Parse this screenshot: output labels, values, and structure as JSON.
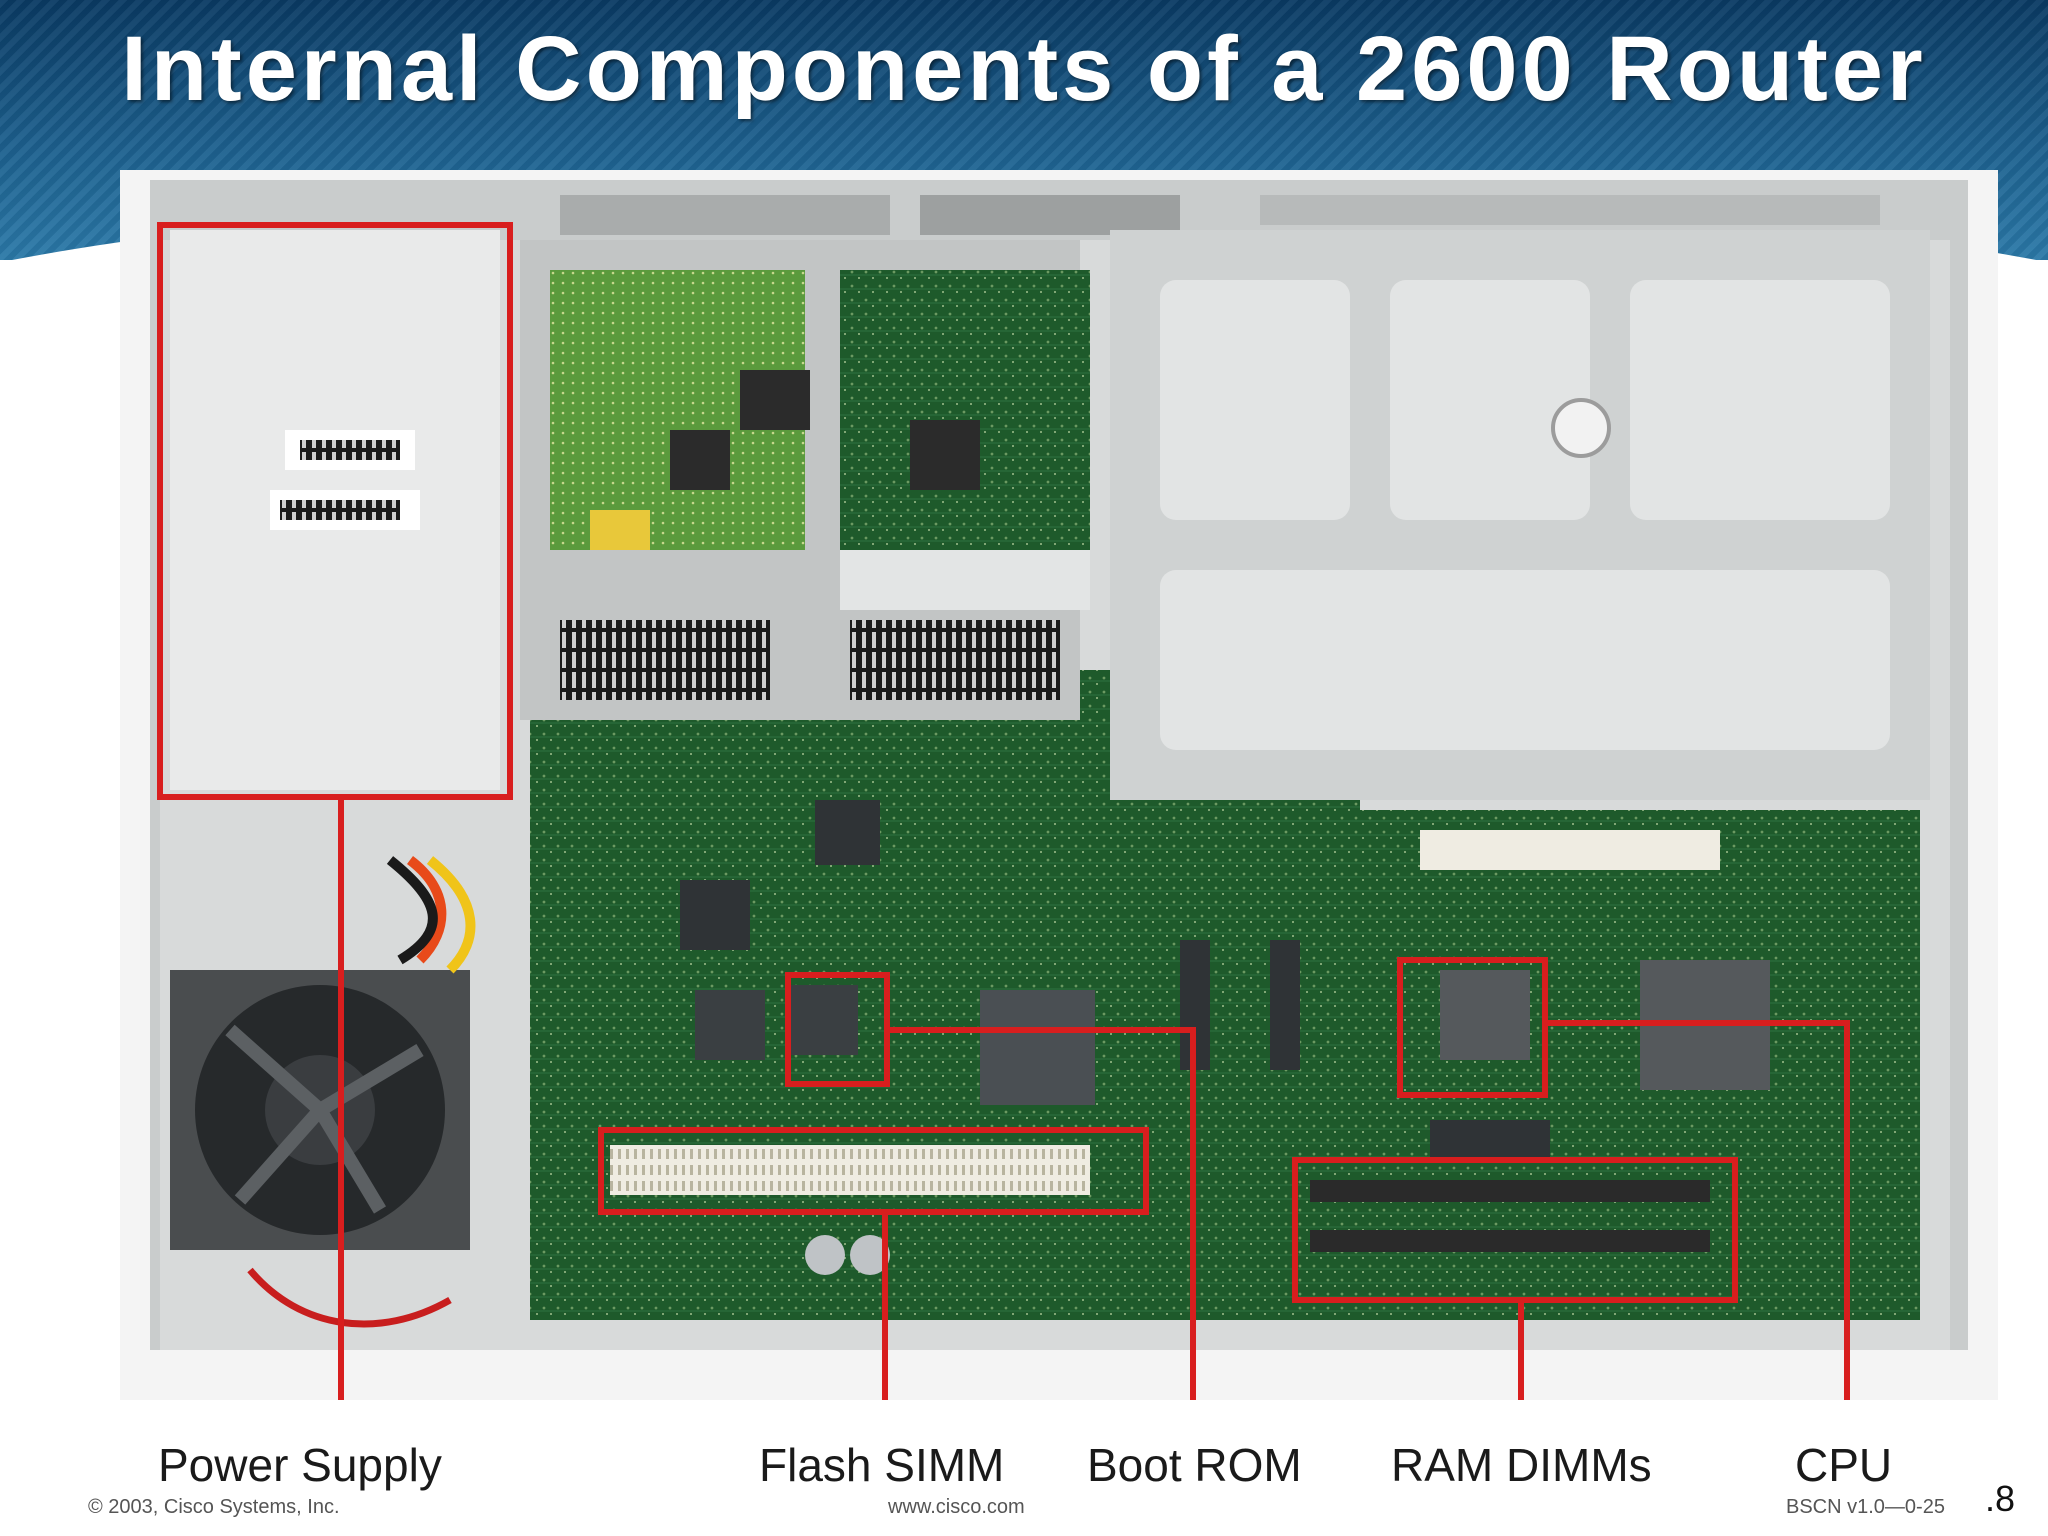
{
  "slide": {
    "title": "Internal Components of a 2600 Router",
    "slide_number": ".8"
  },
  "labels": {
    "power_supply": "Power Supply",
    "flash_simm": "Flash SIMM",
    "boot_rom": "Boot ROM",
    "ram_dimms": "RAM DIMMs",
    "cpu": "CPU"
  },
  "footer": {
    "copyright": "© 2003, Cisco Systems, Inc.",
    "url": "www.cisco.com",
    "course_code": "BSCN v1.0—0-25"
  },
  "colors": {
    "highlight": "#d81e1e",
    "board": "#1f5a2c",
    "chassis": "#d9dcdc"
  }
}
